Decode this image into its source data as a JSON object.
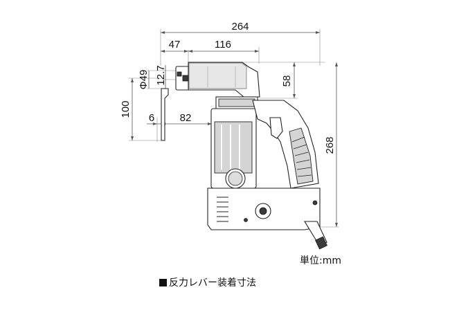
{
  "dimensions": {
    "overall_width": "264",
    "lever_offset": "47",
    "head_length": "116",
    "socket_diameter": "Φ49",
    "socket_square": "12.7",
    "head_height": "58",
    "lever_length": "100",
    "lever_width": "6",
    "lever_to_body": "82",
    "overall_height": "268"
  },
  "labels": {
    "unit": "単位:mm",
    "caption": "反力レバー装着寸法"
  },
  "icons": {
    "caption_marker": "black-square-icon"
  }
}
